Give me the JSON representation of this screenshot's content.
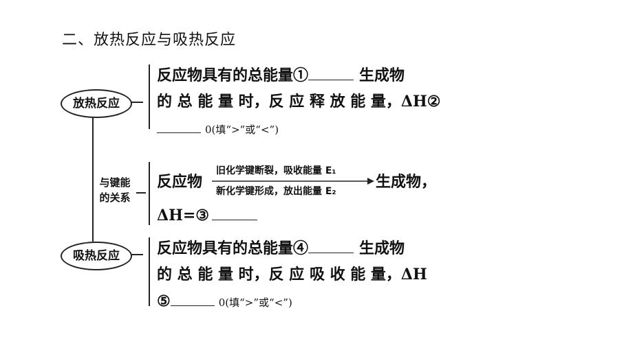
{
  "heading": "二、放热反应与吸热反应",
  "exothermic_label": "放热反应",
  "endothermic_label": "吸热反应",
  "bond_label_line1": "与键能",
  "bond_label_line2": "的关系",
  "exo_lines": [
    "反应物具有的总能量①",
    "生成物",
    "的 总 能 量 时，反 应 释 放 能 量，ΔH②",
    "0(填“>”或“<”)"
  ],
  "bond": {
    "reactant": "反应物",
    "product": "生成物，",
    "above_arrow": "旧化学键断裂，吸收能量 E₁",
    "below_arrow": "新化学键形成，放出能量 E₂",
    "delta_h": "ΔH=③"
  },
  "endo_lines": [
    "反应物具有的总能量④",
    "生成物",
    "的 总 能 量 时，反 应 吸 收 能 量，ΔH",
    "⑤",
    "0(填“>”或“<”)"
  ]
}
